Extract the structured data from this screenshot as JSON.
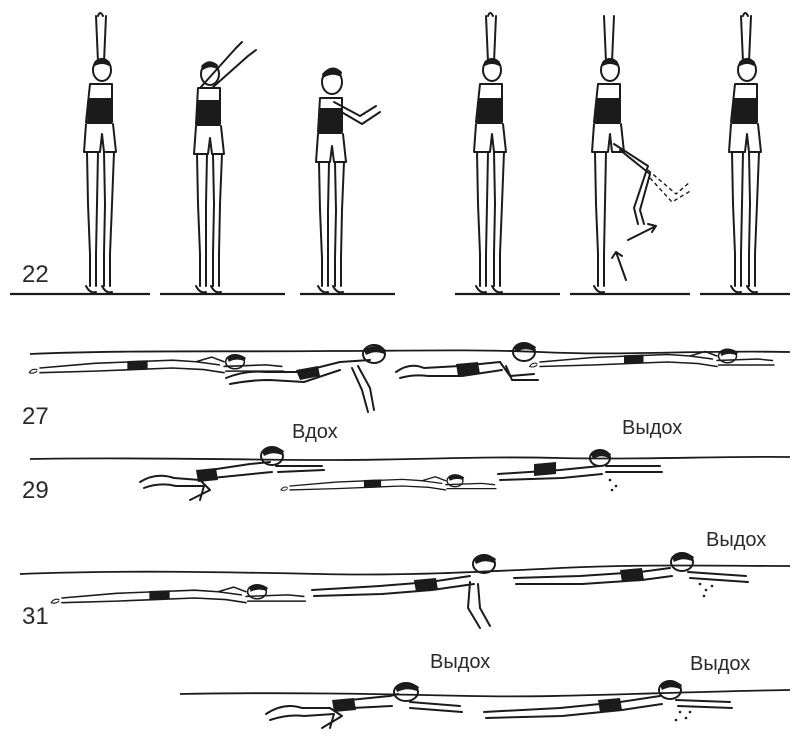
{
  "figure_numbers": {
    "standing": "22",
    "row_27": "27",
    "row_29": "29",
    "row_31": "31"
  },
  "captions": {
    "inhale": "Вдох",
    "exhale_row27": "Выдох",
    "exhale_row31": "Выдох",
    "exhale_row35_left": "Выдох",
    "exhale_row35_right": "Выдох"
  }
}
